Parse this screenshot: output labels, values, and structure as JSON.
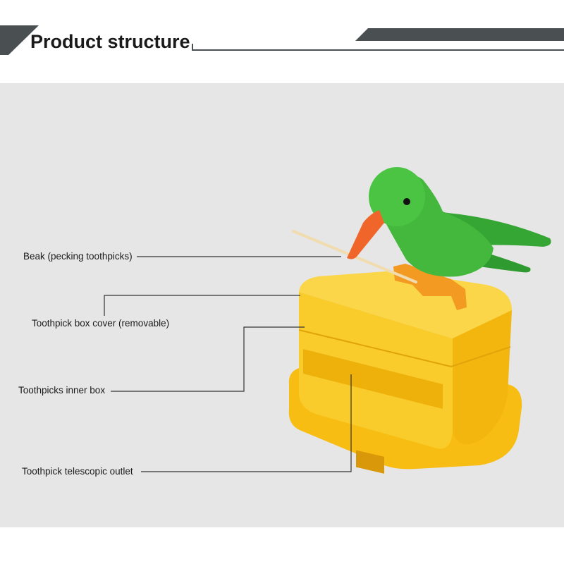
{
  "header": {
    "title": "Product structure"
  },
  "callouts": {
    "beak": "Beak (pecking toothpicks)",
    "cover": "Toothpick box cover (removable)",
    "inner_box": "Toothpicks inner box",
    "outlet": "Toothpick telescopic outlet"
  },
  "colors": {
    "header_stripe": "#4a4f51",
    "background": "#e6e6e6",
    "bird_green": "#3fb53a",
    "beak_orange": "#f06a2a",
    "box_yellow": "#f7c21c"
  },
  "icons": {
    "product": "hummingbird-toothpick-dispenser"
  }
}
